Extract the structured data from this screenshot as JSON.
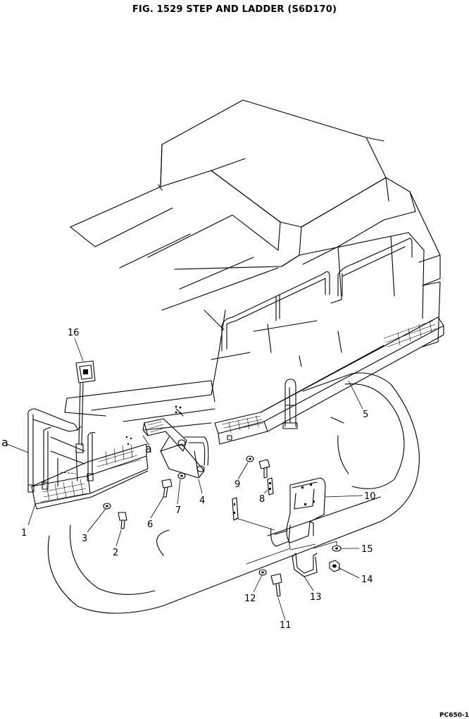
{
  "figure": {
    "title": "FIG. 1529   STEP AND LADDER (S6D170)",
    "page_ref": "PC650-1"
  },
  "callouts": {
    "c1": "1",
    "c2": "2",
    "c3": "3",
    "c4": "4",
    "c5": "5",
    "c6": "6",
    "c7": "7",
    "c8": "8",
    "c9": "9",
    "c10": "10",
    "c11": "11",
    "c12": "12",
    "c13": "13",
    "c14": "14",
    "c15": "15",
    "c16": "16",
    "ref_a_left": "a",
    "ref_a_right": "a"
  }
}
